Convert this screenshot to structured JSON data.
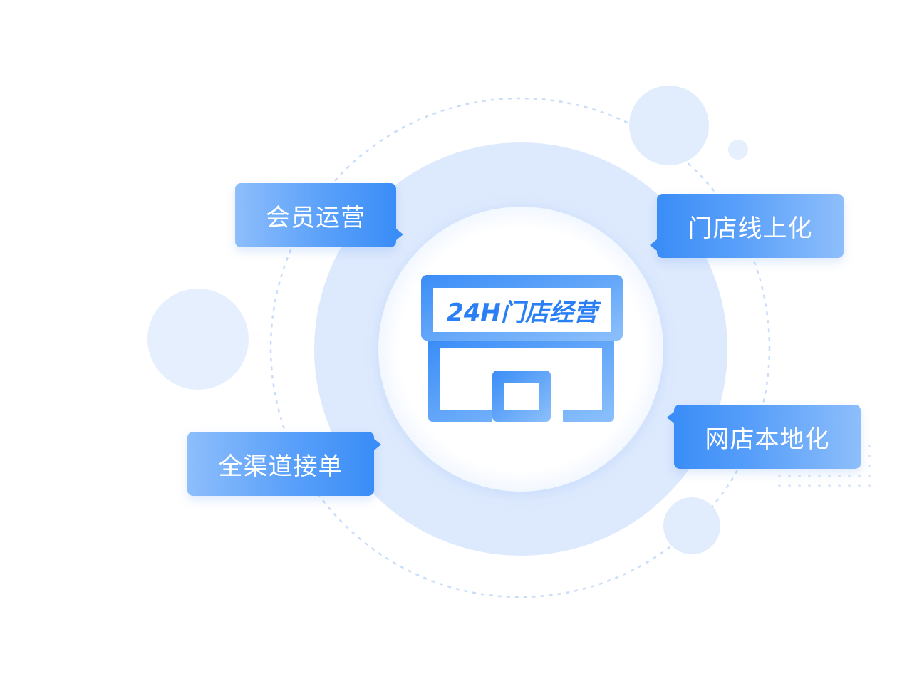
{
  "center": {
    "sign_text": "24H门店经营",
    "icon": "store-icon"
  },
  "features": [
    {
      "label": "会员运营"
    },
    {
      "label": "门店线上化"
    },
    {
      "label": "全渠道接单"
    },
    {
      "label": "网店本地化"
    }
  ],
  "colors": {
    "accent": "#3a8df7",
    "accent_light": "#8ebefb",
    "ring": "#dde9fd",
    "decor": "#e4eefd",
    "dash": "#c9ddf9",
    "white": "#ffffff"
  }
}
